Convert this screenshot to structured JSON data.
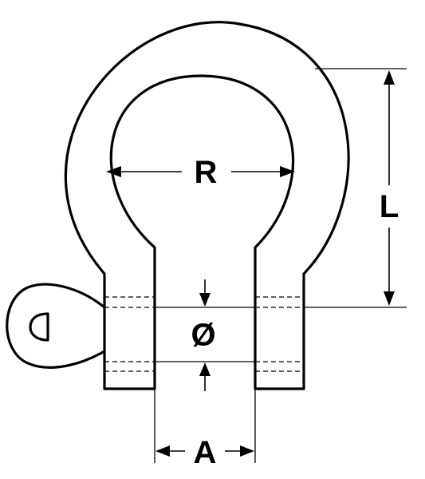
{
  "diagram": {
    "labels": {
      "radius": "R",
      "length": "L",
      "diameter": "Ø",
      "width": "A"
    }
  }
}
